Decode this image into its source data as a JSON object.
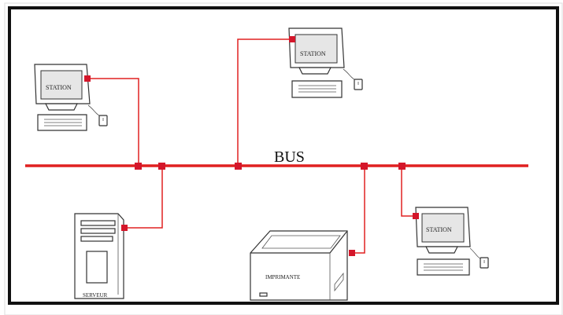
{
  "diagram": {
    "bus_label": "BUS",
    "stations": [
      {
        "label": "STATION"
      },
      {
        "label": "STATION"
      },
      {
        "label": "STATION"
      }
    ],
    "server_label": "SERVEUR",
    "printer_label": "IMPRIMANTE",
    "colors": {
      "bus": "#e02020",
      "node": "#d4162a",
      "border": "#111111"
    }
  }
}
